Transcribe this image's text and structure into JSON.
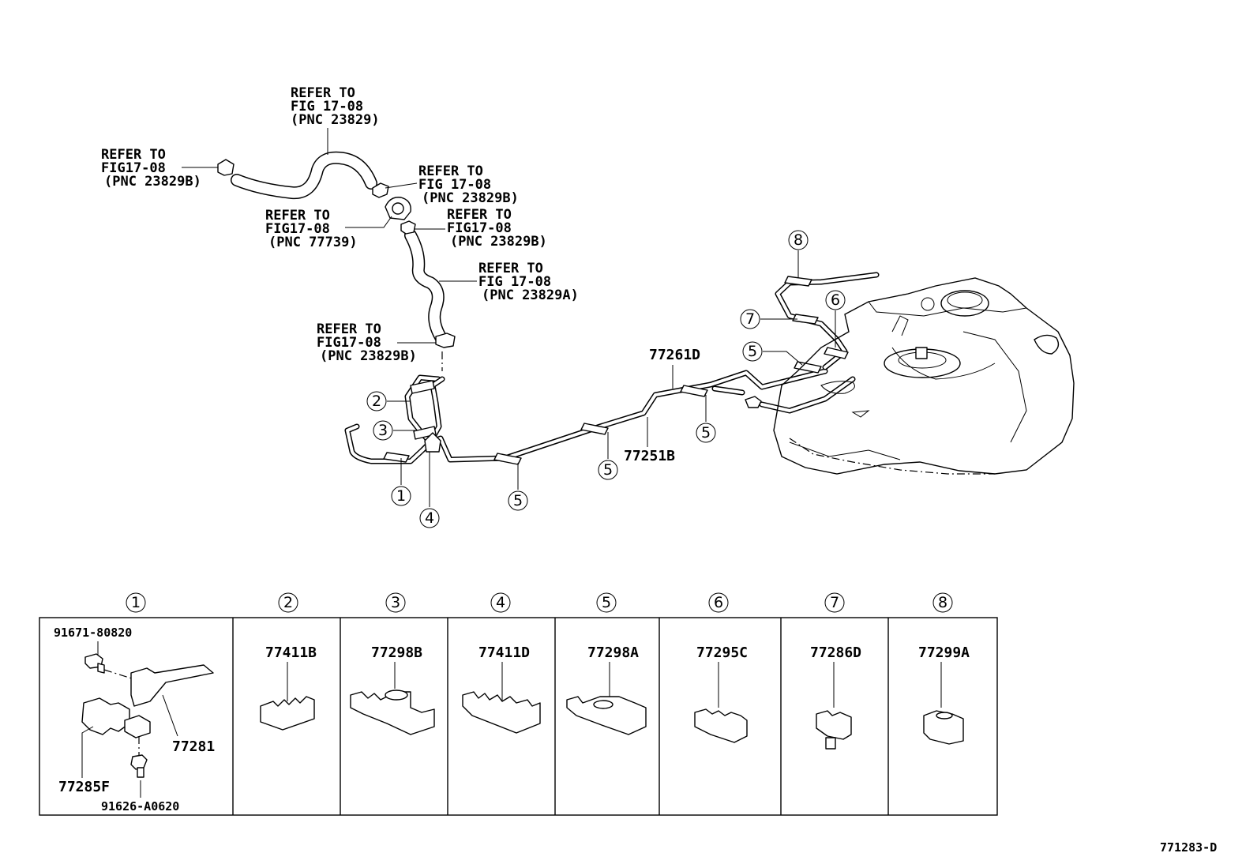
{
  "refer_notes": {
    "n1": {
      "line1": "REFER TO",
      "line2": "FIG 17-08",
      "line3": "(PNC 23829)"
    },
    "n2": {
      "line1": "REFER TO",
      "line2": "FIG17-08",
      "line3": "(PNC 23829B)"
    },
    "n3": {
      "line1": "REFER TO",
      "line2": "FIG 17-08",
      "line3": "(PNC 23829B)"
    },
    "n4": {
      "line1": "REFER TO",
      "line2": "FIG17-08",
      "line3": "(PNC 77739)"
    },
    "n5": {
      "line1": "REFER TO",
      "line2": "FIG17-08",
      "line3": "(PNC 23829B)"
    },
    "n6": {
      "line1": "REFER TO",
      "line2": "FIG 17-08",
      "line3": "(PNC 23829A)"
    },
    "n7": {
      "line1": "REFER TO",
      "line2": "FIG17-08",
      "line3": "(PNC 23829B)"
    }
  },
  "tube_parts": {
    "p77261D": "77261D",
    "p77251B": "77251B"
  },
  "callouts": {
    "c1": "1",
    "c2": "2",
    "c3": "3",
    "c4": "4",
    "c5": "5",
    "c6": "6",
    "c7": "7",
    "c8": "8"
  },
  "clamp_table": {
    "headers": [
      "1",
      "2",
      "3",
      "4",
      "5",
      "6",
      "7",
      "8"
    ],
    "cell1": {
      "bolt": "91671-80820",
      "bracket": "77281",
      "clamp": "77285F",
      "bolt2": "91626-A0620"
    },
    "parts": [
      "77411B",
      "77298B",
      "77411D",
      "77298A",
      "77295C",
      "77286D",
      "77299A"
    ]
  },
  "figure_id": "771283-D"
}
